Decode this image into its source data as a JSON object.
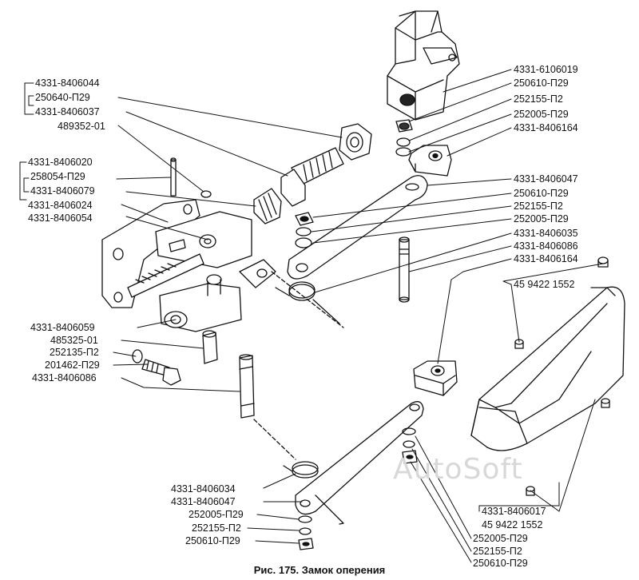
{
  "watermark": "AutoSoft",
  "caption": "Рис. 175. Замок оперения",
  "labels": {
    "l1": "4331-8406044",
    "l2": "250640-П29",
    "l3": "4331-8406037",
    "l4": "489352-01",
    "l5": "4331-8406020",
    "l6": "258054-П29",
    "l7": "4331-8406079",
    "l8": "4331-8406024",
    "l9": "4331-8406054",
    "l10": "4331-8406059",
    "l11": "485325-01",
    "l12": "252135-П2",
    "l13": "201462-П29",
    "l14": "4331-8406086",
    "l15": "4331-8406034",
    "l16": "4331-8406047",
    "l17": "252005-П29",
    "l18": "252155-П2",
    "l19": "250610-П29",
    "r1": "4331-6106019",
    "r2": "250610-П29",
    "r3": "252155-П2",
    "r4": "252005-П29",
    "r5": "4331-8406164",
    "r6": "4331-8406047",
    "r7": "250610-П29",
    "r8": "252155-П2",
    "r9": "252005-П29",
    "r10": "4331-8406035",
    "r11": "4331-8406086",
    "r12": "4331-8406164",
    "r13": "45 9422 1552",
    "b1": "4331-8406017",
    "b2": "45 9422 1552",
    "b3": "252005-П29",
    "b4": "252155-П2",
    "b5": "250610-П29"
  }
}
